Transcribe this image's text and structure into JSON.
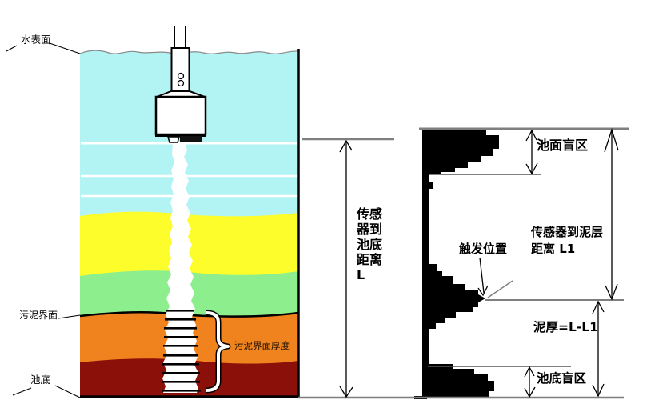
{
  "labels": {
    "water_surface": "水表面",
    "sludge_interface": "污泥界面",
    "tank_bottom": "池底",
    "sensor_to_bottom_lines": [
      "传感",
      "器到",
      "池底",
      "距离",
      "L"
    ],
    "surface_blind_zone": "池面盲区",
    "sensor_to_sludge_line1": "传感器到泥层",
    "sensor_to_sludge_line2": "距离 L1",
    "trigger_position": "触发位置",
    "mud_thickness": "泥厚=L-L1",
    "bottom_blind_zone": "池底盲区",
    "sludge_thickness": "污泥界面厚度"
  },
  "colors": {
    "water": "#b2f3f3",
    "layer_yellow": "#fdfd2c",
    "layer_green": "#8cee8c",
    "layer_orange": "#f0831e",
    "layer_dark_red": "#8c100a",
    "echo_trace": "#000000",
    "dimension_line": "#7f7f7f"
  }
}
